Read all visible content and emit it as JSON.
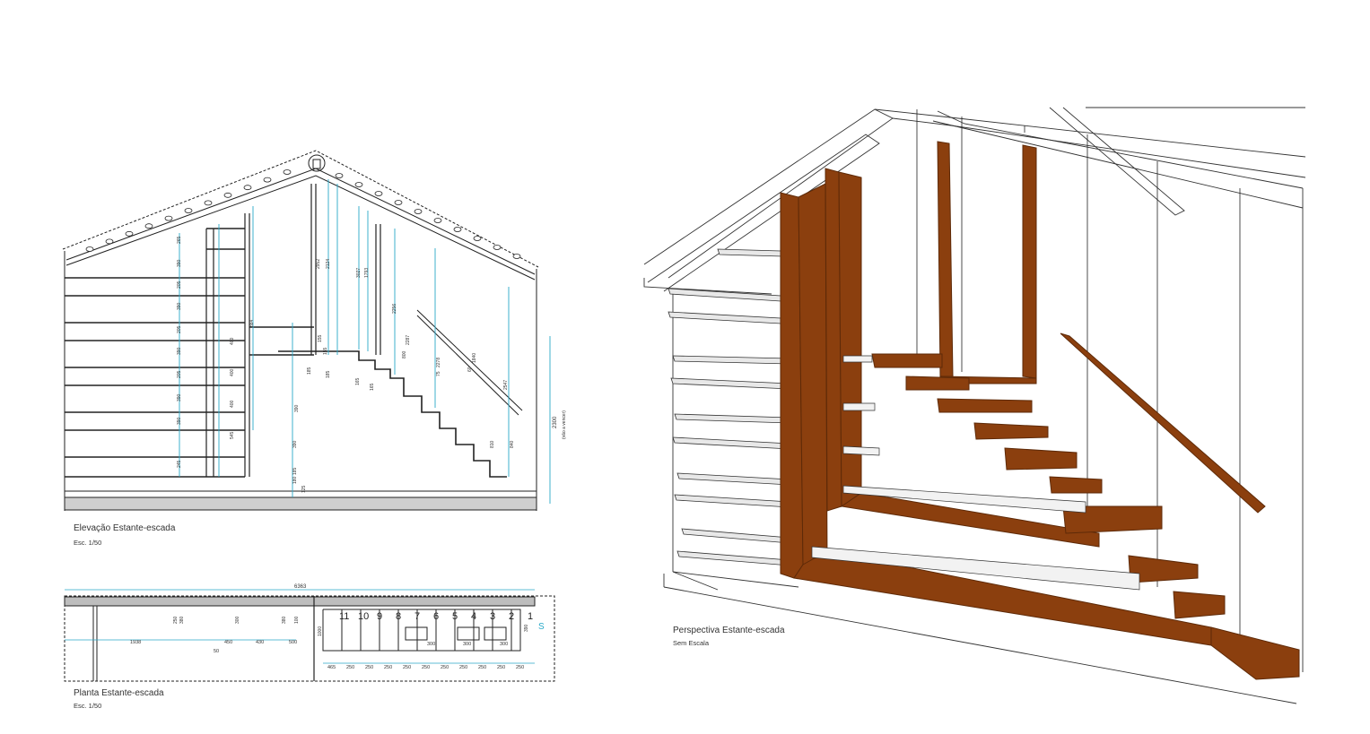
{
  "elevation": {
    "title": "Elevação Estante-escada",
    "scale": "Esc. 1/50",
    "total_height_label": "2300",
    "total_height_note": "(vão a vencer)",
    "shelf_heights": [
      "265",
      "390",
      "205",
      "390",
      "205",
      "390",
      "205",
      "390",
      "390",
      "245"
    ],
    "column_labels": [
      "2952",
      "2124",
      "3027",
      "1793",
      "2256",
      "2287",
      "2278",
      "1840",
      "2547",
      "810",
      "800",
      "884",
      "840",
      "400",
      "400",
      "400",
      "545",
      "155",
      "155",
      "165",
      "165",
      "185",
      "185",
      "390",
      "390",
      "125",
      "185",
      "180",
      "60",
      "75"
    ]
  },
  "plan": {
    "title": "Planta Estante-escada",
    "scale": "Esc. 1/50",
    "overall_label": "6363",
    "left_dims": [
      "1938",
      "450",
      "430",
      "500",
      "50"
    ],
    "depth_dims": [
      "250",
      "380",
      "300",
      "380",
      "100",
      "1000"
    ],
    "step_numbers": [
      "11",
      "10",
      "9",
      "8",
      "7",
      "6",
      "5",
      "4",
      "3",
      "2",
      "1"
    ],
    "step_dims": [
      "465",
      "250",
      "250",
      "250",
      "250",
      "250",
      "250",
      "250",
      "250",
      "250",
      "250"
    ],
    "step_depths": [
      "300",
      "300",
      "300"
    ],
    "rise_dim": "390",
    "direction_mark": "S"
  },
  "perspective": {
    "title": "Perspectiva Estante-escada",
    "scale": "Sem Escala"
  },
  "colors": {
    "wood": "#8B3F0E",
    "wood_edge": "#5e2a08",
    "dim": "#2aa9c9",
    "line": "#222222"
  }
}
